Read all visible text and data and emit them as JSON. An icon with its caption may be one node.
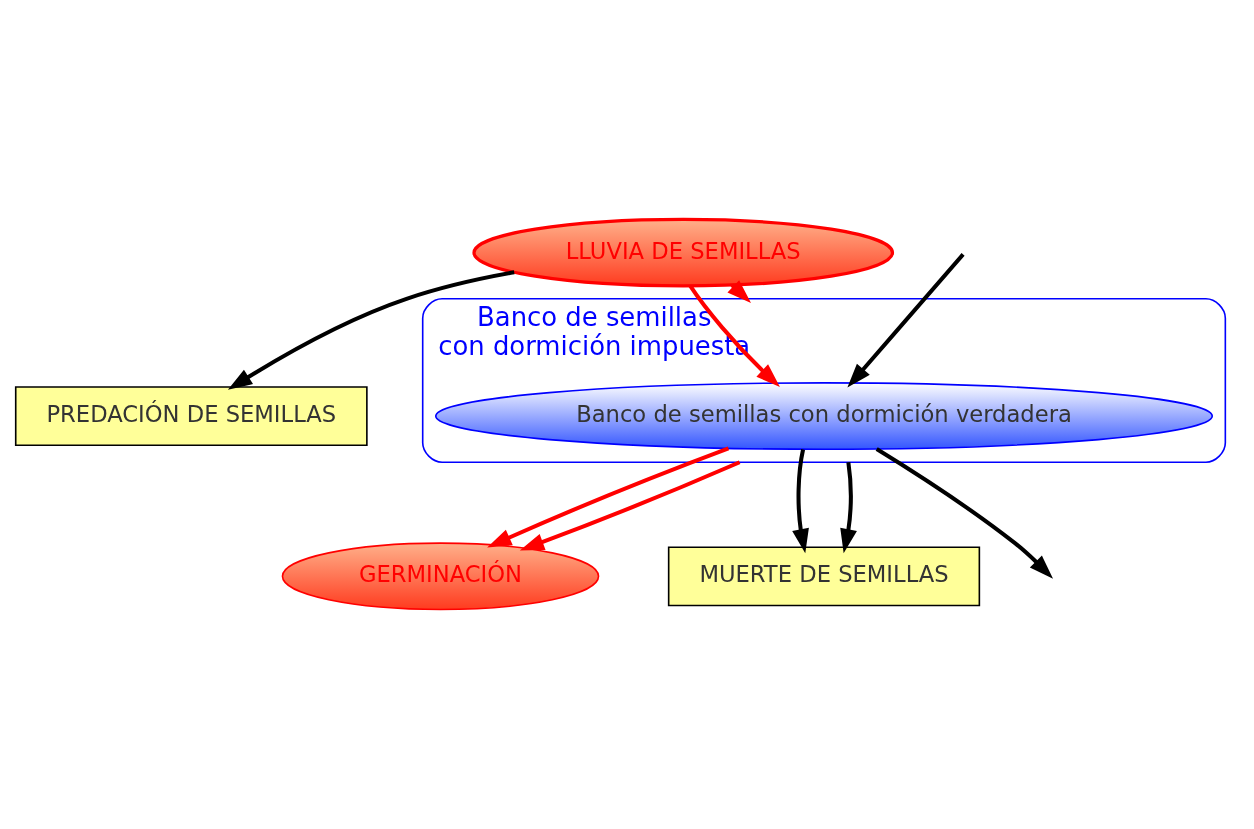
{
  "diagram": {
    "nodes": [
      {
        "text": [
          "LLUVIA DE SEMILLAS"
        ]
      },
      {
        "text": [
          "PREDACIÓN DE SEMILLAS"
        ]
      },
      {
        "text": [
          "Banco de semillas con dormición impuesta"
        ]
      },
      {
        "text": [
          "Banco de semillas con dormición verdadera"
        ],
        "in": 2
      },
      {
        "text": [
          "GERMINACIÓN"
        ]
      },
      {
        "text": [
          "MUERTE DE SEMILLAS"
        ]
      }
    ],
    "edges": [
      {
        "from": 0,
        "to": 1,
        "arrow": "to"
      },
      {
        "from": 0,
        "to": 3,
        "arrow": "to",
        "color": "#ff0000"
      },
      {
        "from": 0,
        "to": 2,
        "arrow": "to",
        "color": "#ff0000"
      },
      {
        "from": 3,
        "to": null,
        "arrow": "to"
      },
      {
        "from": null,
        "to": 3,
        "arrow": "to"
      },
      {
        "from": 3,
        "to": 4,
        "arrow": "to",
        "color": "#ff0000"
      },
      {
        "from": 2,
        "to": 4,
        "arrow": "to",
        "color": "#ff0000"
      },
      {
        "from": 3,
        "to": 5,
        "arrow": "to"
      },
      {
        "from": 2,
        "to": 5,
        "arrow": "to"
      }
    ]
  }
}
